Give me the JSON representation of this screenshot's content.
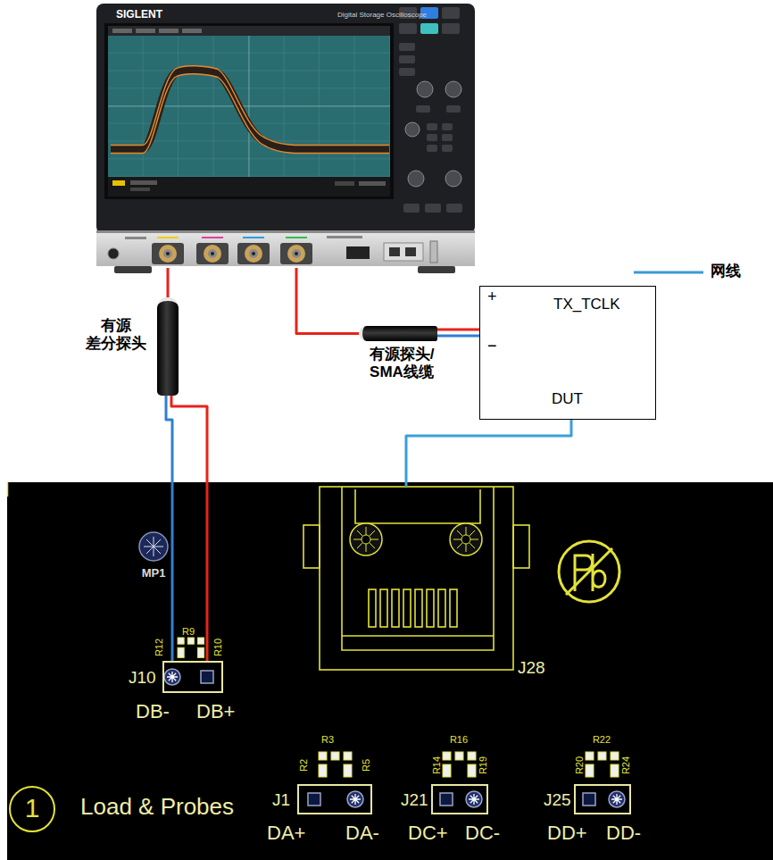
{
  "diagram": {
    "nodes": [
      {
        "text": [
          "SIGLENT",
          "Digital Storage Oscilloscope"
        ]
      },
      {
        "text": [
          "有源 差分探头"
        ]
      },
      {
        "text": [
          "有源探头/ SMA线缆"
        ]
      },
      {
        "text": [
          "+",
          "−",
          "TX_TCLK",
          "DUT"
        ]
      },
      {
        "text": [
          "Load & Probes"
        ]
      },
      {
        "text": [
          "MP1"
        ],
        "in": 4
      },
      {
        "text": [
          "J28"
        ],
        "in": 4
      },
      {
        "text": [
          "J10",
          "DB-",
          "DB+"
        ],
        "in": 4
      },
      {
        "text": [
          "1"
        ],
        "in": 4
      },
      {
        "text": [
          "J1",
          "DA+",
          "DA-"
        ],
        "in": 4
      },
      {
        "text": [
          "J21",
          "DC+",
          "DC-"
        ],
        "in": 4
      },
      {
        "text": [
          "J25",
          "DD+",
          "DD-"
        ],
        "in": 4
      }
    ],
    "edges": [
      {
        "from": 0,
        "to": 1,
        "arrow": "none"
      },
      {
        "from": 1,
        "to": 7,
        "arrow": "none"
      },
      {
        "from": 0,
        "to": 2,
        "arrow": "none"
      },
      {
        "from": 2,
        "to": 3,
        "arrow": "none"
      },
      {
        "from": 3,
        "to": 6,
        "arrow": "none"
      }
    ],
    "labels": [
      "R9",
      "R12",
      "R10",
      "R3",
      "R2",
      "R5",
      "R16",
      "R14",
      "R19",
      "R22",
      "R20",
      "R24"
    ],
    "legend": [
      {
        "text": "网线"
      }
    ]
  }
}
